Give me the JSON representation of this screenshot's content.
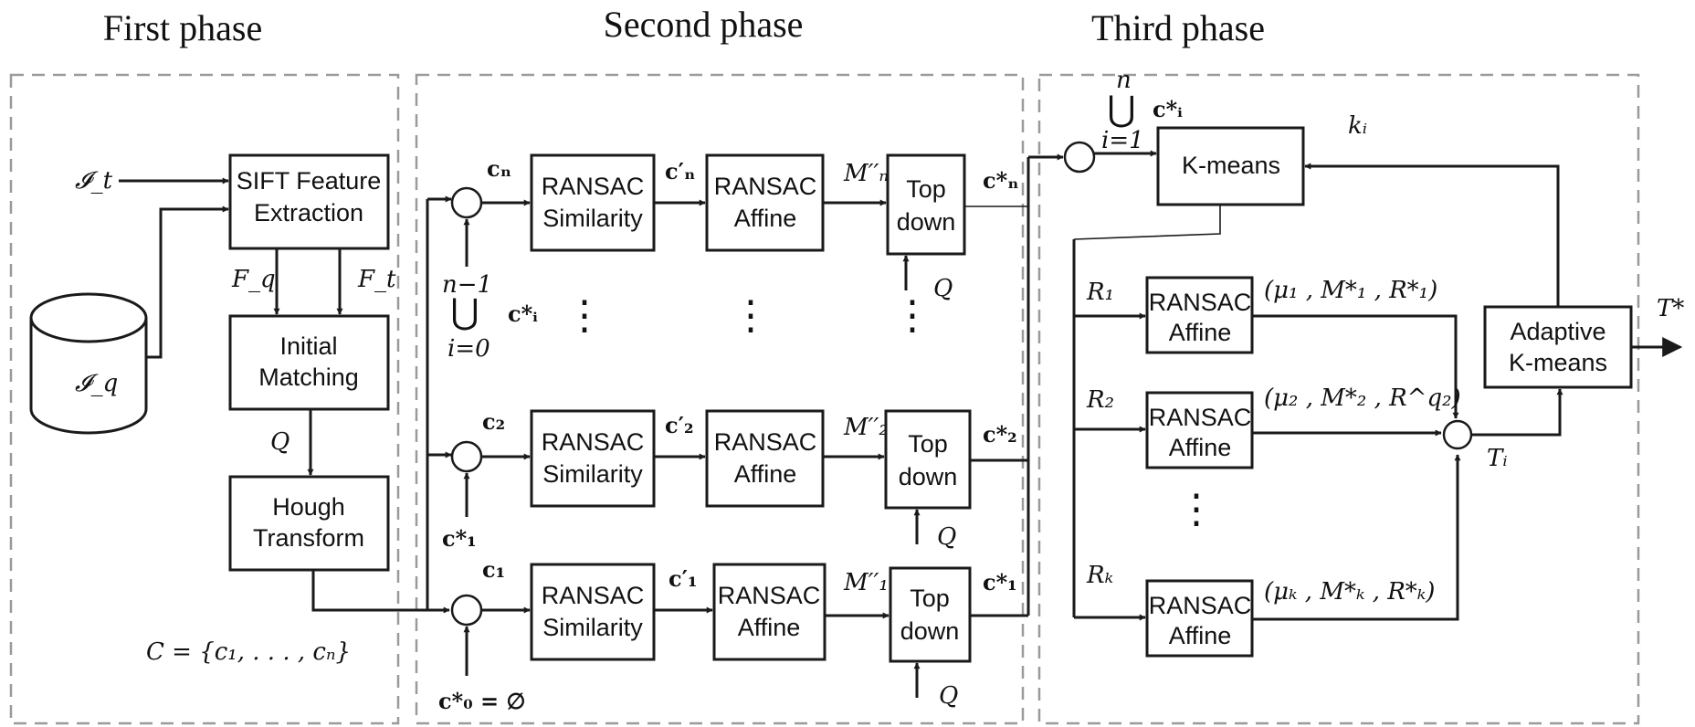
{
  "phases": {
    "first": "First phase",
    "second": "Second phase",
    "third": "Third phase"
  },
  "first_phase": {
    "input_t": "𝓘_t",
    "input_q": "𝓘_q",
    "sift_1": "SIFT Feature",
    "sift_2": "Extraction",
    "fq": "F_q",
    "ft": "F_t",
    "initial_1": "Initial",
    "initial_2": "Matching",
    "q": "Q",
    "hough_1": "Hough",
    "hough_2": "Transform",
    "clusters": "C = {c₁, . . . , cₙ}"
  },
  "second_phase": {
    "ransac": "RANSAC",
    "similarity": "Similarity",
    "affine": "Affine",
    "top": "Top",
    "down": "down",
    "q": "Q",
    "rows": [
      {
        "c_in": "cₙ",
        "c_prime": "c′ₙ",
        "m_prime": "M′′ₙ",
        "c_star": "c*ₙ",
        "union_top": "n−1",
        "union_var": "c*ᵢ",
        "union_bottom": "i=0"
      },
      {
        "c_in": "c₂",
        "c_prime": "c′₂",
        "m_prime": "M′′₂",
        "c_star": "c*₂",
        "side": "c*₁"
      },
      {
        "c_in": "c₁",
        "c_prime": "c′₁",
        "m_prime": "M′′₁",
        "c_star": "c*₁",
        "side": "c*₀ = ∅"
      }
    ]
  },
  "third_phase": {
    "union_top": "n",
    "union_var": "c*ᵢ",
    "union_bottom": "i=1",
    "kmeans": "K-means",
    "ki": "kᵢ",
    "adaptive_1": "Adaptive",
    "adaptive_2": "K-means",
    "output": "T*",
    "ti": "Tᵢ",
    "ransac": "RANSAC",
    "affine": "Affine",
    "rows": [
      {
        "r": "R₁",
        "tuple": "(μ₁ , M*₁ , R*₁)"
      },
      {
        "r": "R₂",
        "tuple": "(μ₂ , M*₂ , R^q₂)"
      },
      {
        "r": "Rₖ",
        "tuple": "(μₖ , M*ₖ , R*ₖ)"
      }
    ]
  }
}
